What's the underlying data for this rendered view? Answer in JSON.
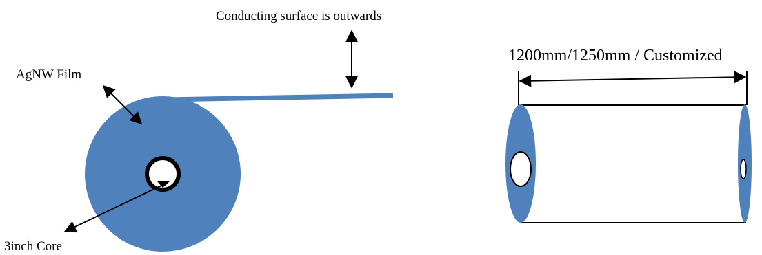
{
  "labels": {
    "surface": "Conducting surface is outwards",
    "film": "AgNW Film",
    "core": "3inch Core",
    "width": "1200mm/1250mm / Customized"
  },
  "colors": {
    "film_blue": "#4f81bd",
    "line": "#000000",
    "core_fill": "#ffffff"
  }
}
